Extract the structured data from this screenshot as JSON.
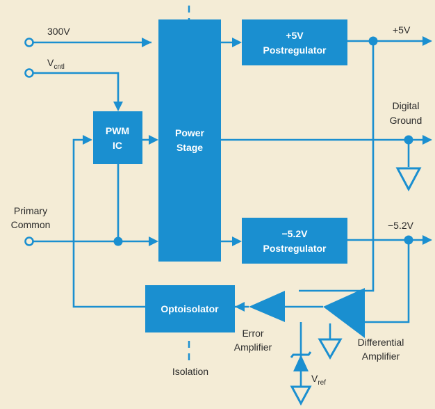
{
  "colors": {
    "background": "#f4ecd6",
    "accent": "#1a8fd0",
    "block_text": "#ffffff",
    "label_text": "#2b2b2b"
  },
  "blocks": {
    "pwm": {
      "line1": "PWM",
      "line2": "IC"
    },
    "power": {
      "line1": "Power",
      "line2": "Stage"
    },
    "post5": {
      "line1": "+5V",
      "line2": "Postregulator"
    },
    "post52": {
      "line1": "−5.2V",
      "line2": "Postregulator"
    },
    "opto": {
      "label": "Optoisolator"
    }
  },
  "labels": {
    "input_300v": "300V",
    "vcntl_main": "V",
    "vcntl_sub": "cntl",
    "primary_line1": "Primary",
    "primary_line2": "Common",
    "out_5v": "+5V",
    "digital_line1": "Digital",
    "digital_line2": "Ground",
    "out_52v": "−5.2V",
    "error_line1": "Error",
    "error_line2": "Amplifier",
    "diff_line1": "Differential",
    "diff_line2": "Amplifier",
    "isolation": "Isolation",
    "vref_main": "V",
    "vref_sub": "ref"
  }
}
